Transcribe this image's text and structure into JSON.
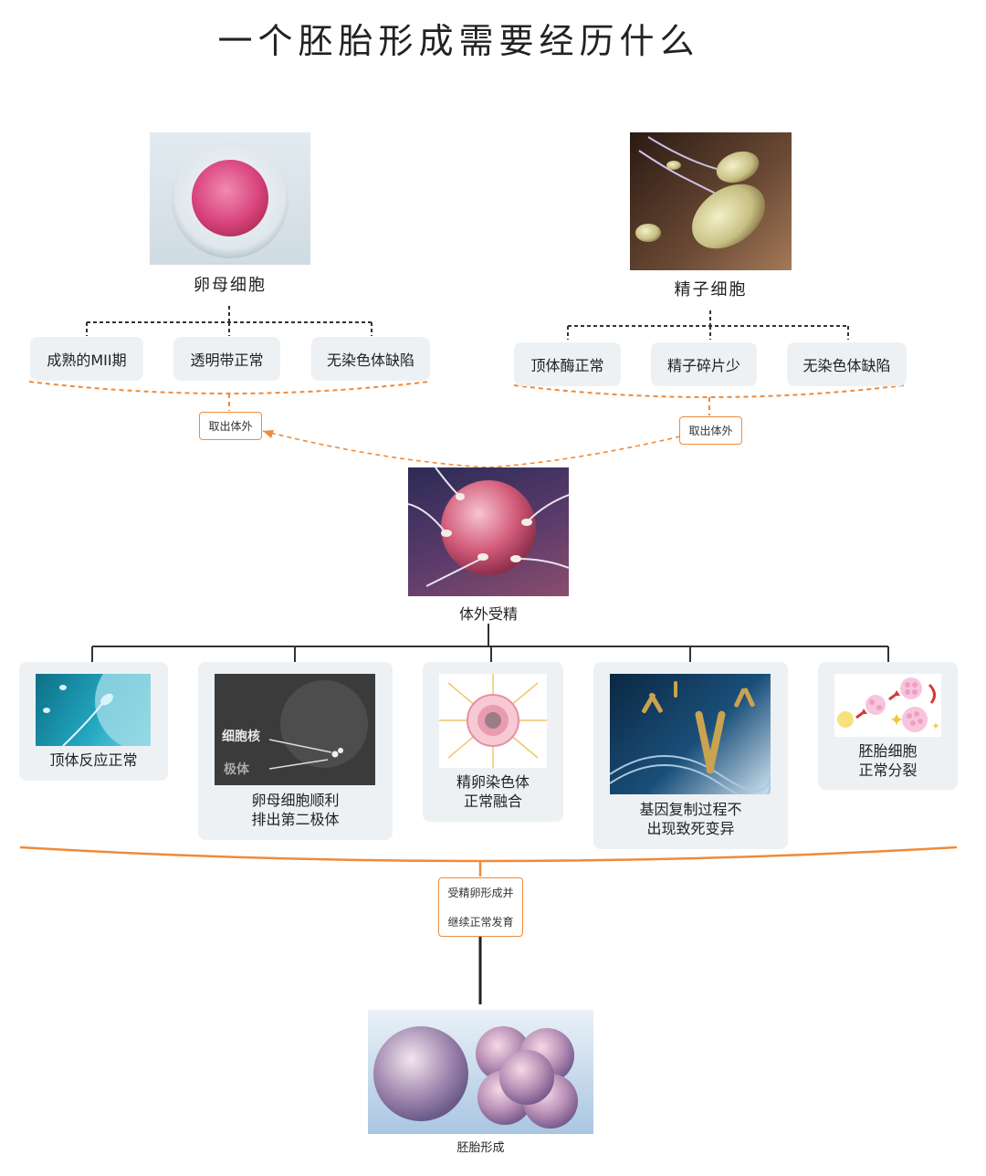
{
  "title": "一个胚胎形成需要经历什么",
  "egg": {
    "label": "卵母细胞",
    "requirements": [
      "成熟的MII期",
      "透明带正常",
      "无染色体缺陷"
    ]
  },
  "sperm": {
    "label": "精子细胞",
    "requirements": [
      "顶体酶正常",
      "精子碎片少",
      "无染色体缺陷"
    ]
  },
  "extract_tag": "取出体外",
  "ivf": {
    "label": "体外受精"
  },
  "steps": [
    {
      "line1": "顶体反应正常",
      "line2": ""
    },
    {
      "line1": "卵母细胞顺利",
      "line2": "排出第二极体",
      "annotation_nucleus": "细胞核",
      "annotation_polar": "极体"
    },
    {
      "line1": "精卵染色体",
      "line2": "正常融合"
    },
    {
      "line1": "基因复制过程不",
      "line2": "出现致死变异"
    },
    {
      "line1": "胚胎细胞",
      "line2": "正常分裂"
    }
  ],
  "result_tag": {
    "line1": "受精卵形成并",
    "line2": "继续正常发育"
  },
  "embryo": {
    "label": "胚胎形成"
  },
  "colors": {
    "orange": "#ef8a3a",
    "chip_bg": "#edf1f4",
    "line": "#333333"
  }
}
